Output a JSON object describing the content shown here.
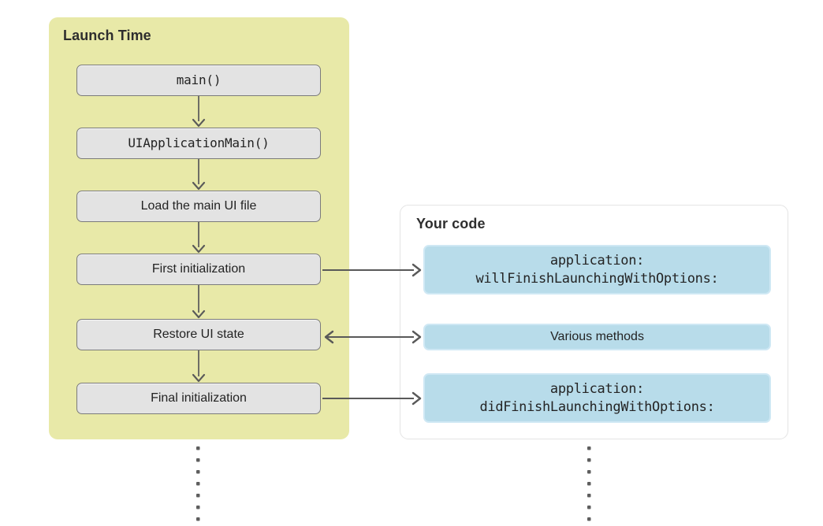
{
  "diagram": {
    "title_left": "Launch Time",
    "title_right": "Your code",
    "colors": {
      "launch_panel_fill": "#e8e9a8",
      "code_panel_fill": "#ffffff",
      "code_panel_border": "#e4e4e4",
      "flow_box_fill": "#e3e3e3",
      "flow_box_border": "#7b7b7b",
      "code_box_fill": "#b8dcea",
      "code_box_border": "#cfe8f4",
      "arrow": "#595959",
      "text": "#232323"
    },
    "launch_steps": [
      {
        "label": "main()",
        "mono": true
      },
      {
        "label": "UIApplicationMain()",
        "mono": true
      },
      {
        "label": "Load the main UI file",
        "mono": false
      },
      {
        "label": "First initialization",
        "mono": false
      },
      {
        "label": "Restore UI state",
        "mono": false
      },
      {
        "label": "Final initialization",
        "mono": false
      }
    ],
    "code_items": [
      {
        "line1": "application:",
        "line2": "willFinishLaunchingWithOptions:",
        "mono": true
      },
      {
        "line1": "Various methods",
        "line2": "",
        "mono": false
      },
      {
        "line1": "application:",
        "line2": "didFinishLaunchingWithOptions:",
        "mono": true
      }
    ],
    "connections": [
      {
        "from": "First initialization",
        "to": "application: willFinishLaunchingWithOptions:",
        "direction": "right"
      },
      {
        "from": "Restore UI state",
        "to": "Various methods",
        "direction": "both"
      },
      {
        "from": "Final initialization",
        "to": "application: didFinishLaunchingWithOptions:",
        "direction": "right"
      }
    ],
    "flow_arrows": [
      {
        "from": "main()",
        "to": "UIApplicationMain()",
        "direction": "down"
      },
      {
        "from": "UIApplicationMain()",
        "to": "Load the main UI file",
        "direction": "down"
      },
      {
        "from": "Load the main UI file",
        "to": "First initialization",
        "direction": "down"
      },
      {
        "from": "First initialization",
        "to": "Restore UI state",
        "direction": "down"
      },
      {
        "from": "Restore UI state",
        "to": "Final initialization",
        "direction": "down"
      }
    ],
    "continuation": {
      "left_dots": "⋮",
      "right_dots": "⋮",
      "dot_count": 7
    }
  }
}
